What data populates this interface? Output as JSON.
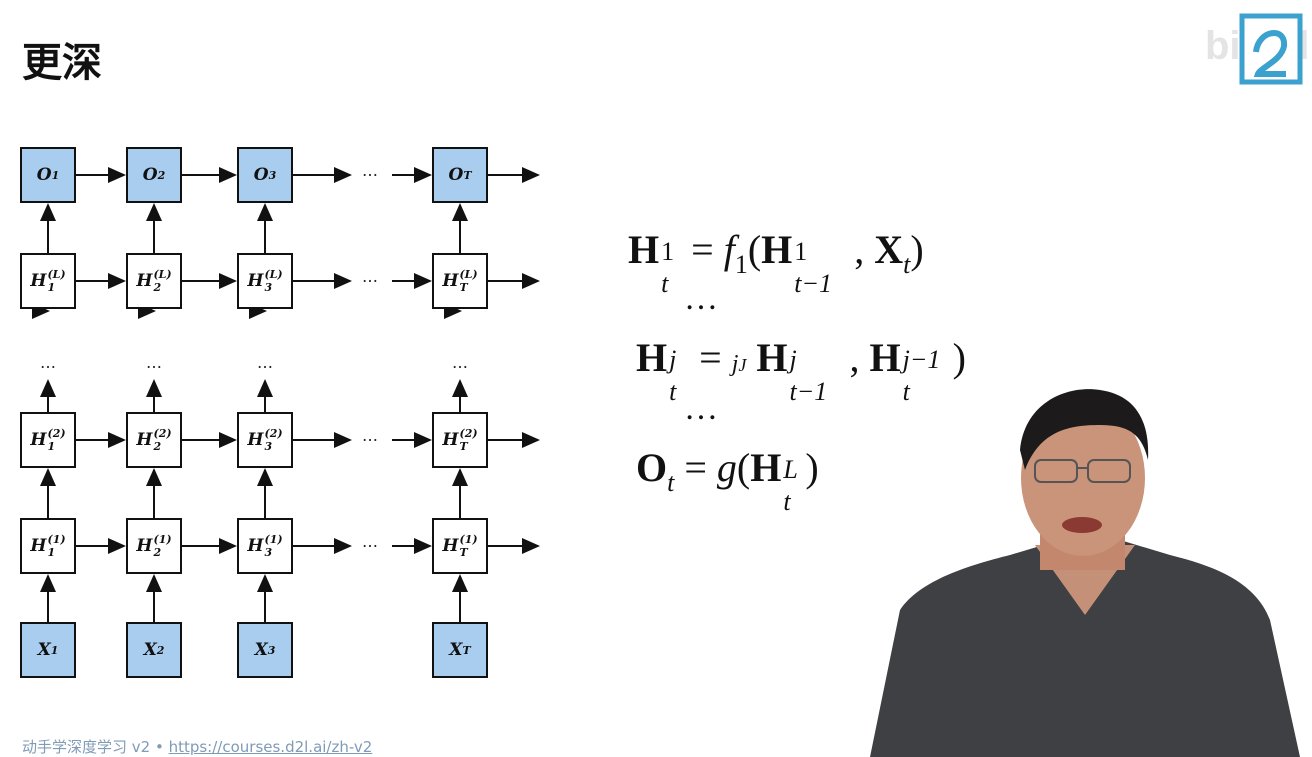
{
  "slide": {
    "title": "更深",
    "watermark_text": "bilibili"
  },
  "diagram": {
    "columns": [
      {
        "x_label": "X",
        "x_sub": "1",
        "o_sub": "1",
        "h_subs": [
          "1",
          "1",
          "1"
        ]
      },
      {
        "x_label": "X",
        "x_sub": "2",
        "o_sub": "2",
        "h_subs": [
          "2",
          "2",
          "2"
        ]
      },
      {
        "x_label": "X",
        "x_sub": "3",
        "o_sub": "3",
        "h_subs": [
          "3",
          "3",
          "3"
        ]
      },
      {
        "x_label": "X",
        "x_sub": "T",
        "o_sub": "T",
        "h_subs": [
          "T",
          "T",
          "T"
        ]
      }
    ],
    "layer_labels": [
      "(1)",
      "(2)",
      "(L)"
    ],
    "hidden_label": "H",
    "output_label": "O",
    "input_label": "X",
    "ellipsis": "…",
    "vertical_ellipsis": "…",
    "colors": {
      "io_fill": "#a9cdef",
      "stroke": "#111111"
    }
  },
  "formulas": {
    "line1": {
      "lhs": "H",
      "lhs_sup": "1",
      "lhs_sub": "t",
      "eq": "=",
      "f": "f",
      "f_sub": "1",
      "args": [
        "H",
        "X"
      ],
      "arg1_sup": "1",
      "arg1_sub": "t−1",
      "arg2_sub": "t"
    },
    "dots1": "…",
    "line2": {
      "lhs": "H",
      "lhs_sup": "j",
      "lhs_sub": "t",
      "eq": "=",
      "f": "j",
      "f_sub": "J",
      "arg1": "H",
      "arg1_sup": "j",
      "arg1_sub": "t−1",
      "arg2": "H",
      "arg2_sup": "j−1",
      "arg2_sub": "t"
    },
    "dots2": "…",
    "line3": {
      "lhs": "O",
      "lhs_sub": "t",
      "eq": "=",
      "g": "g",
      "arg": "H",
      "arg_sup": "L",
      "arg_sub": "t"
    }
  },
  "footer": {
    "course": "动手学深度学习 v2 • ",
    "url": "https://courses.d2l.ai/zh-v2"
  }
}
